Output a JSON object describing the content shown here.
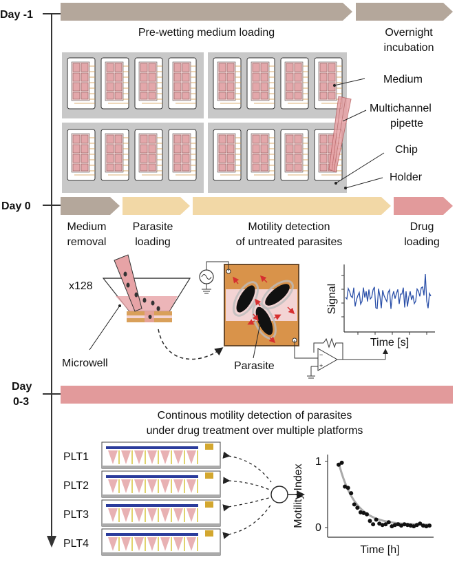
{
  "timeline": {
    "day_m1": "Day -1",
    "day_0": "Day 0",
    "day_03_line1": "Day",
    "day_03_line2": "0-3"
  },
  "stage_day_m1": {
    "loading_label": "Pre-wetting medium loading",
    "incubation_line1": "Overnight",
    "incubation_line2": "incubation",
    "callouts": {
      "medium": "Medium",
      "pipette_line1": "Multichannel",
      "pipette_line2": "pipette",
      "chip": "Chip",
      "holder": "Holder"
    }
  },
  "stage_day_0": {
    "steps": {
      "removal_line1": "Medium",
      "removal_line2": "removal",
      "parasite_line1": "Parasite",
      "parasite_line2": "loading",
      "motility_line1": "Motility detection",
      "motility_line2": "of untreated parasites",
      "drug_line1": "Drug",
      "drug_line2": "loading"
    },
    "multiplier": "x128",
    "microwell_label": "Microwell",
    "parasite_label": "Parasite",
    "signal_ylabel": "Signal",
    "signal_xlabel": "Time [s]"
  },
  "stage_day_03": {
    "title_line1": "Continous motility detection of parasites",
    "title_line2": "under drug treatment over multiple platforms",
    "platforms": [
      "PLT1",
      "PLT2",
      "PLT3",
      "PLT4"
    ],
    "plot": {
      "ylabel": "Motility Index",
      "xlabel": "Time [h]",
      "ytick_top": "1",
      "ytick_bottom": "0"
    }
  },
  "colors": {
    "arrow_gray": "#b4a79b",
    "arrow_yellow": "#f2d8a6",
    "arrow_red": "#e29a9b",
    "chip_pink": "#e8b1b3",
    "electrode_orange": "#d9a05a",
    "signal_blue": "#2a4fa8",
    "platform_blue": "#2b3c9c",
    "platform_gold": "#d3a72f"
  },
  "chart_data": {
    "type": "scatter",
    "xlabel": "Time [h]",
    "ylabel": "Motility Index",
    "yticks": [
      0,
      1
    ],
    "points_y": [
      0.95,
      0.98,
      0.62,
      0.6,
      0.52,
      0.35,
      0.3,
      0.23,
      0.22,
      0.2,
      0.1,
      0.05,
      0.12,
      0.06,
      0.04,
      0.05,
      0.08,
      0.02,
      0.04,
      0.05,
      0.03,
      0.05,
      0.04,
      0.03,
      0.02,
      0.04,
      0.06,
      0.03,
      0.02,
      0.03
    ],
    "trend": "decay"
  }
}
